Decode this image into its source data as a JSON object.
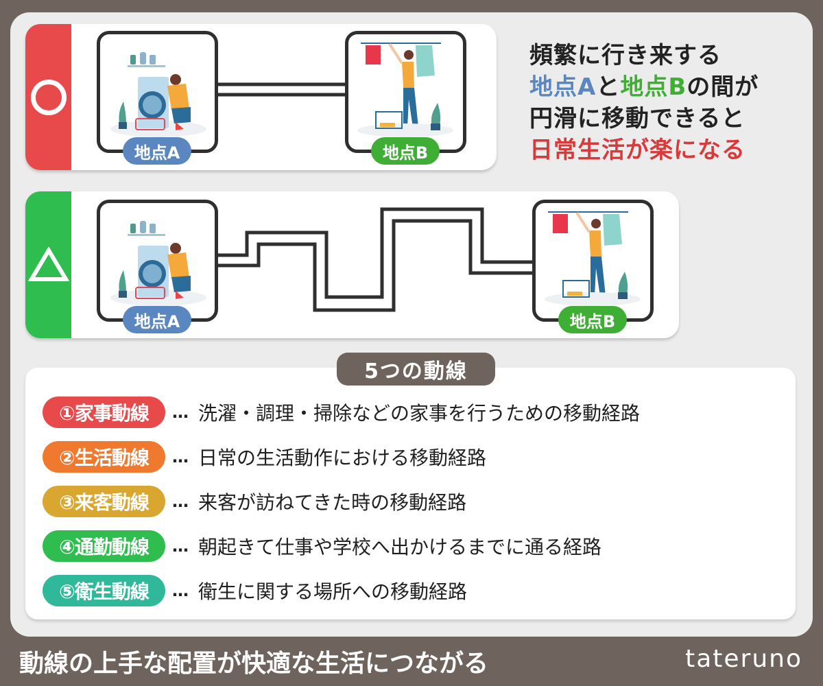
{
  "good_example": {
    "mark": "circle",
    "mark_color": "#e8494a",
    "point_a": {
      "label": "地点A",
      "illustration": "person-doing-laundry"
    },
    "point_b": {
      "label": "地点B",
      "illustration": "person-hanging-laundry"
    },
    "path": "straight-double-line"
  },
  "bad_example": {
    "mark": "triangle",
    "mark_color": "#2ebd4e",
    "point_a": {
      "label": "地点A",
      "illustration": "person-doing-laundry"
    },
    "point_b": {
      "label": "地点B",
      "illustration": "person-hanging-laundry"
    },
    "path": "winding-double-line"
  },
  "headline": {
    "line1": "頻繁に行き来する",
    "line2_a": "地点A",
    "line2_mid": "と",
    "line2_b": "地点B",
    "line2_end": "の間が",
    "line3": "円滑に移動できると",
    "line4": "日常生活が楽になる"
  },
  "list": {
    "title": "5つの動線",
    "items": [
      {
        "label": "①家事動線",
        "color": "#e8494a",
        "separator": "…",
        "description": "洗濯・調理・掃除などの家事を行うための移動経路"
      },
      {
        "label": "②生活動線",
        "color": "#ef7a2f",
        "separator": "…",
        "description": "日常の生活動作における移動経路"
      },
      {
        "label": "③来客動線",
        "color": "#d9a630",
        "separator": "…",
        "description": "来客が訪ねてきた時の移動経路"
      },
      {
        "label": "④通勤動線",
        "color": "#2ebd4e",
        "separator": "…",
        "description": "朝起きて仕事や学校へ出かけるまでに通る経路"
      },
      {
        "label": "⑤衛生動線",
        "color": "#2fb99a",
        "separator": "…",
        "description": "衛生に関する場所への移動経路"
      }
    ]
  },
  "footer": {
    "caption": "動線の上手な配置が快適な生活につながる",
    "brand": "tateruno"
  }
}
